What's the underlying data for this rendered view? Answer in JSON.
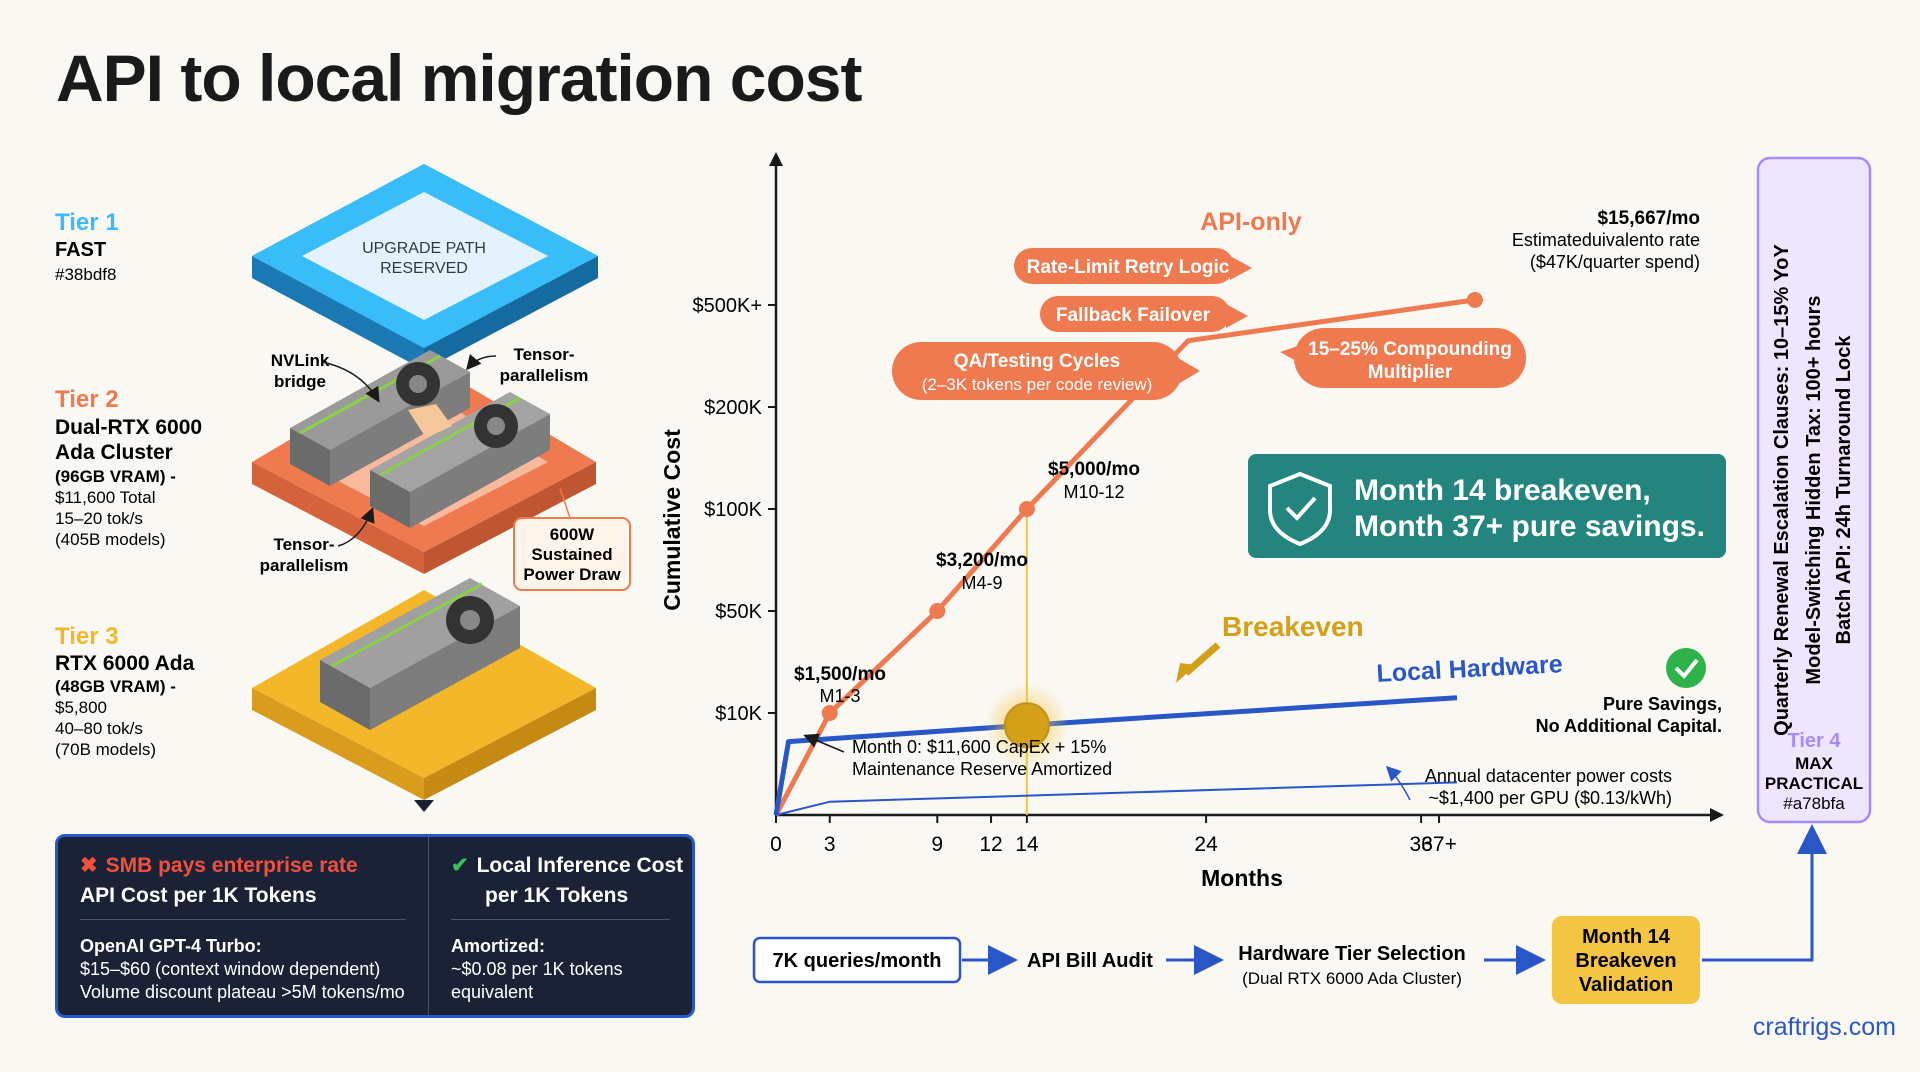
{
  "title": "API to local migration cost",
  "tiers": [
    {
      "label": "Tier 1",
      "name": "FAST",
      "hex": "#38bdf8",
      "color": "#38bdf8",
      "slot": "UPGRADE PATH",
      "slot2": "RESERVED"
    },
    {
      "label": "Tier 2",
      "name": "Dual-RTX 6000",
      "name2": "Ada Cluster",
      "vram": "(96GB VRAM) -",
      "price": "$11,600 Total",
      "speed": "15–20 tok/s",
      "models": "(405B models)",
      "color": "#f07a4f"
    },
    {
      "label": "Tier 3",
      "name": "RTX 6000 Ada",
      "vram": "(48GB VRAM) -",
      "price": "$5,800",
      "speed": "40–80 tok/s",
      "models": "(70B models)",
      "color": "#f4b729"
    },
    {
      "label": "Tier 4",
      "name": "MAX",
      "name2": "PRACTICAL",
      "hex": "#a78bfa",
      "color": "#a78bfa"
    }
  ],
  "hardware_callouts": {
    "nvlink": "NVLink",
    "nvlink2": "bridge",
    "tensor_top": "Tensor-",
    "tensor_top2": "parallelism",
    "tensor_bottom": "Tensor-",
    "tensor_bottom2": "parallelism",
    "power": "600W",
    "power2": "Sustained",
    "power3": "Power Draw"
  },
  "comparison": {
    "api_header": "SMB pays enterprise rate",
    "api_sub": "API Cost per 1K Tokens",
    "api_title": "OpenAI GPT-4 Turbo:",
    "api_lines": [
      "$15–$60 (context window dependent)",
      "Volume discount plateau >5M tokens/mo"
    ],
    "local_header": "Local Inference Cost",
    "local_sub": "per 1K Tokens",
    "local_title": "Amortized:",
    "local_lines": [
      "~$0.08 per 1K tokens",
      "equivalent"
    ]
  },
  "chart_data": {
    "type": "line",
    "ylabel": "Cumulative Cost",
    "xlabel": "Months",
    "x_ticks": [
      "0",
      "3",
      "9",
      "12",
      "14",
      "24",
      "36",
      "37+"
    ],
    "x_tick_values": [
      0,
      3,
      9,
      12,
      14,
      24,
      36,
      37
    ],
    "y_ticks": [
      "$10K",
      "$50K",
      "$100K",
      "$200K",
      "$500K+"
    ],
    "series": [
      {
        "name": "API-only",
        "color": "#f07a4f",
        "points": [
          [
            0,
            0
          ],
          [
            3,
            1
          ],
          [
            9,
            2
          ],
          [
            14,
            3
          ],
          [
            23,
            4.65
          ],
          [
            39,
            5.05
          ]
        ]
      },
      {
        "name": "Local Hardware",
        "color": "#2a57c7",
        "points": [
          [
            0,
            0
          ],
          [
            0.7,
            0.72
          ],
          [
            14,
            0.88
          ],
          [
            38,
            1.15
          ]
        ]
      }
    ],
    "power_line": {
      "color": "#2a57c7",
      "points": [
        [
          0,
          0
        ],
        [
          3,
          0.13
        ],
        [
          38,
          0.32
        ]
      ]
    },
    "markers": [
      [
        3,
        1
      ],
      [
        9,
        2
      ],
      [
        14,
        3
      ],
      [
        39,
        5.05
      ]
    ],
    "breakeven_month": 14,
    "breakeven_level": 0.88,
    "breakeven_label": "Breakeven",
    "point_labels": [
      {
        "price": "$1,500/mo",
        "period": "M1-3"
      },
      {
        "price": "$3,200/mo",
        "period": "M4-9"
      },
      {
        "price": "$5,000/mo",
        "period": "M10-12"
      },
      {
        "price": "$15,667/mo",
        "period": "Estimateduivalento rate",
        "extra": "($47K/quarter spend)"
      }
    ],
    "pills": [
      {
        "text": "Rate-Limit Retry Logic"
      },
      {
        "text": "Fallback Failover"
      },
      {
        "text": "QA/Testing Cycles",
        "text2": "(2–3K tokens per code review)"
      },
      {
        "text": "15–25% Compounding",
        "text2": "Multiplier"
      }
    ],
    "annotations": {
      "month0": "Month 0: $11,600 CapEx + 15%",
      "month0b": "Maintenance Reserve Amortized",
      "power": "Annual datacenter power costs",
      "powerb": "~$1,400 per GPU ($0.13/kWh)",
      "savings": "Pure Savings,",
      "savingsb": "No Additional Capital."
    },
    "callout": {
      "line1": "Month 14 breakeven,",
      "line2": "Month 37+ pure savings."
    }
  },
  "side_notes": [
    "Quarterly Renewal Escalation Clauses: 10–15% YoY",
    "Model-Switching Hidden Tax: 100+ hours",
    "Batch API: 24h Turnaround Lock"
  ],
  "flow": [
    {
      "label": "7K queries/month"
    },
    {
      "label": "API Bill Audit"
    },
    {
      "label": "Hardware Tier Selection",
      "sub": "(Dual RTX 6000 Ada Cluster)"
    },
    {
      "label": "Month 14",
      "label2": "Breakeven",
      "label3": "Validation"
    }
  ],
  "watermark": "craftrigs.com",
  "colors": {
    "api": "#f07a4f",
    "local": "#2a57c7",
    "breakeven": "#d4a017",
    "teal": "#24857f",
    "tier1": "#38bdf8",
    "tier4": "#a78bfa"
  }
}
